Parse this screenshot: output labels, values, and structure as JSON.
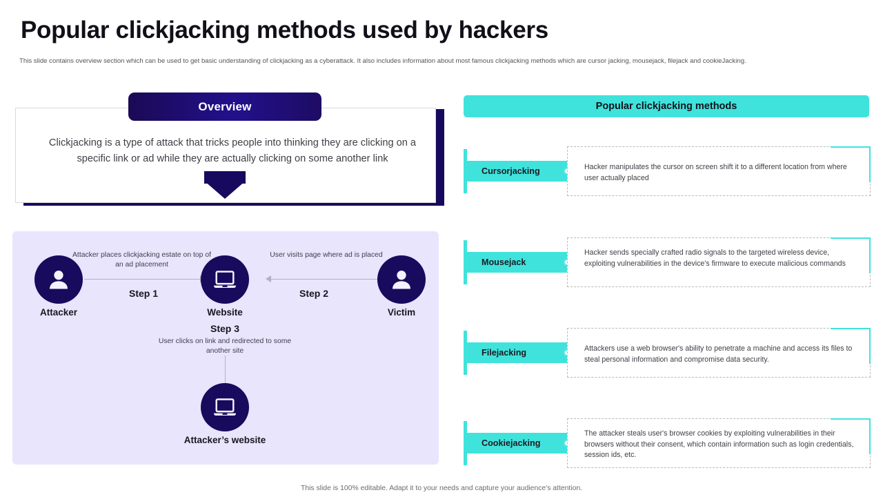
{
  "slide": {
    "title": "Popular clickjacking methods used by hackers",
    "subtitle": "This slide contains overview section which can be used to get basic understanding of clickjacking as a cyberattack. It also includes information about most famous clickjacking methods which are cursor jacking, mousejack, filejack and cookieJacking.",
    "footer": "This slide is 100% editable. Adapt it to your needs and capture your audience's attention."
  },
  "overview": {
    "tab_label": "Overview",
    "body": "Clickjacking is a type of attack that tricks people into thinking they are clicking on a specific link or ad while they are actually clicking on some another link"
  },
  "flow": {
    "nodes": [
      {
        "id": "attacker",
        "label": "Attacker",
        "icon": "person-icon"
      },
      {
        "id": "website",
        "label": "Website",
        "icon": "laptop-icon"
      },
      {
        "id": "victim",
        "label": "Victim",
        "icon": "person-icon"
      },
      {
        "id": "attacker-website",
        "label": "Attacker’s website",
        "icon": "laptop-icon"
      }
    ],
    "edges": [
      {
        "id": "step1",
        "step": "Step 1",
        "caption": "Attacker places clickjacking estate on top of an ad placement"
      },
      {
        "id": "step2",
        "step": "Step 2",
        "caption": "User visits page where ad is placed"
      },
      {
        "id": "step3",
        "step": "Step 3",
        "caption": "User clicks on link and redirected to some another site"
      }
    ]
  },
  "methods": {
    "header": "Popular clickjacking methods",
    "items": [
      {
        "label": "Cursorjacking",
        "description": "Hacker manipulates the cursor on screen shift it to a different location from where user actually placed"
      },
      {
        "label": "Mousejack",
        "description": "Hacker sends specially crafted radio signals to the targeted wireless device, exploiting vulnerabilities in the device's firmware to execute malicious commands"
      },
      {
        "label": "Filejacking",
        "description": "Attackers use a web browser's ability to penetrate a machine and access its files to steal personal information and compromise data security."
      },
      {
        "label": "Cookiejacking",
        "description": "The attacker steals user's browser cookies by exploiting vulnerabilities in their browsers without their consent, which contain information such as login credentials, session ids, etc."
      }
    ]
  },
  "colors": {
    "navy": "#180a5c",
    "teal": "#3fe3dc",
    "lavender": "#e8e5fd",
    "text_dark": "#17161d",
    "text_body": "#3e3e46"
  }
}
